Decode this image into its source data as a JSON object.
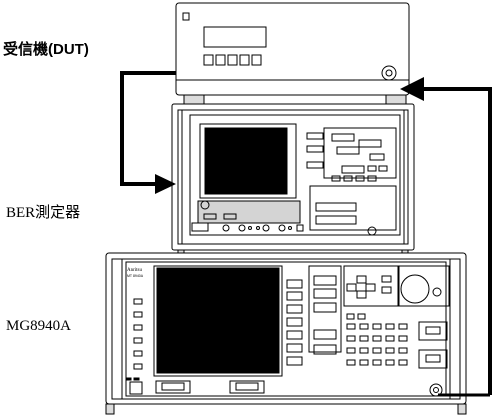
{
  "labels": {
    "receiver": "受信機(DUT)",
    "ber_tester": "BER測定器",
    "signal_generator": "MG8940A"
  },
  "brand": {
    "name": "Anritsu",
    "model": "MT 8940A"
  }
}
